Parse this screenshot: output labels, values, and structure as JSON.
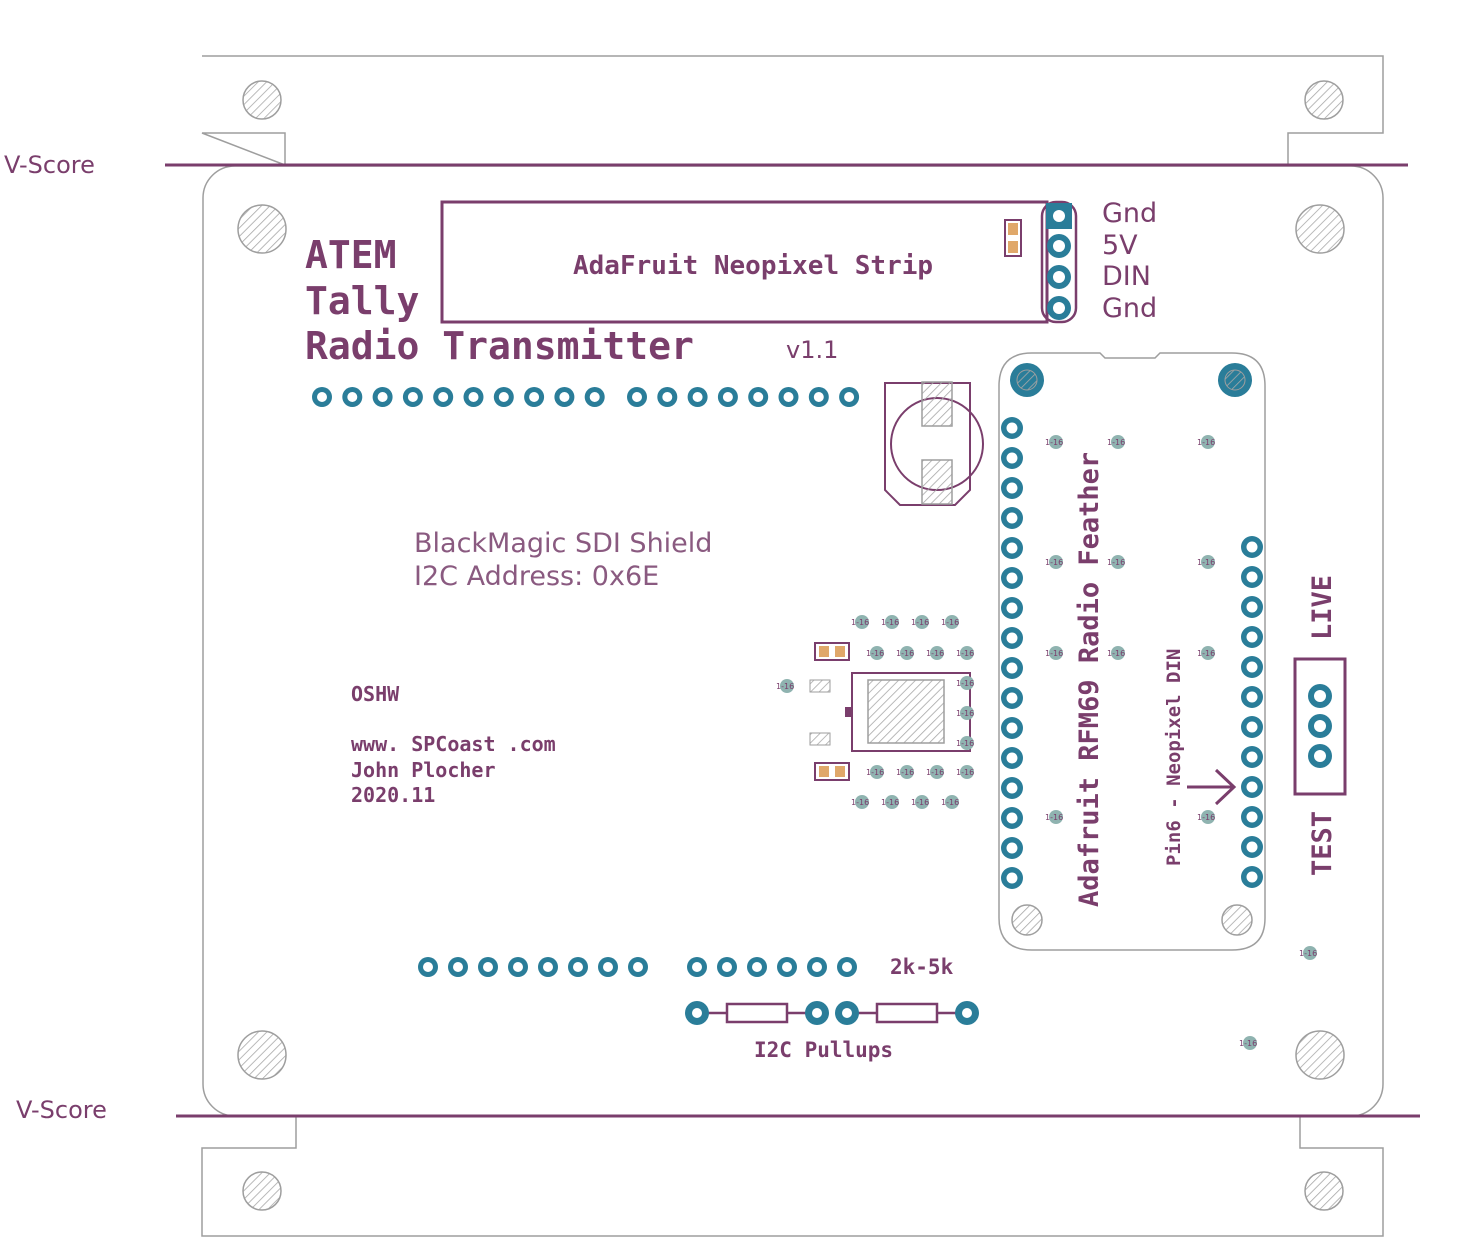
{
  "colors": {
    "silkscreen": "#7a3e6c",
    "pad": "#2a7d99",
    "outline": "#9e9e9e",
    "smd_pad": "#e0a86a",
    "hatch": "#a0a0a0"
  },
  "vscore": {
    "top_label": "V-Score",
    "bottom_label": "V-Score"
  },
  "title": {
    "line1": "ATEM",
    "line2": "Tally",
    "line3": "Radio Transmitter",
    "version": "v1.1"
  },
  "neopixel": {
    "label": "AdaFruit Neopixel Strip",
    "pins": [
      "Gnd",
      "5V",
      "DIN",
      "Gnd"
    ]
  },
  "shield": {
    "line1": "BlackMagic SDI Shield",
    "line2": "I2C Address: 0x6E"
  },
  "credits": {
    "oshw": "OSHW",
    "website": "www. SPCoast .com",
    "author": "John Plocher",
    "date": "2020.11"
  },
  "feather": {
    "label": "Adafruit RFM69 Radio Feather",
    "pin_note": "Pin6 - Neopixel DIN"
  },
  "switch": {
    "live": "LIVE",
    "test": "TEST"
  },
  "pullups": {
    "value": "2k-5k",
    "label": "I2C Pullups"
  },
  "via_label": "1-16"
}
